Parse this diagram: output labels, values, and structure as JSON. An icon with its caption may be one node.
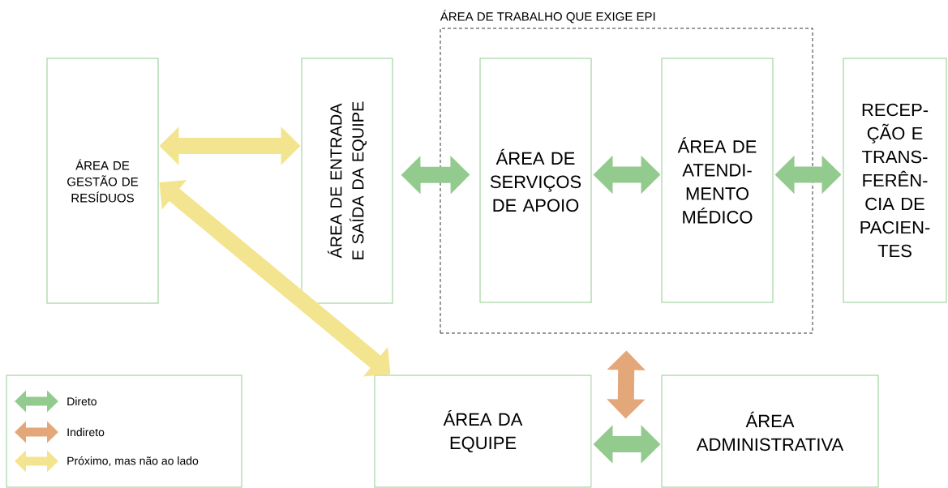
{
  "diagram": {
    "nodes": [
      {
        "text": [
          "ÁREA DE TRABALHO QUE EXIGE EPI"
        ]
      },
      {
        "text": [
          "ÁREA DE GESTÃO DE RESÍDUOS"
        ]
      },
      {
        "text": [
          "ÁREA DE ENTRADA E SAÍDA DA EQUIPE"
        ]
      },
      {
        "text": [
          "ÁREA DE SERVIÇOS DE APOIO"
        ],
        "in": 0
      },
      {
        "text": [
          "ÁREA DE ATENDI- MENTO MÉDICO"
        ],
        "in": 0
      },
      {
        "text": [
          "RECEP- ÇÃO E TRANS- FERÊN- CIA DE PACIEN- TES"
        ]
      },
      {
        "text": [
          "ÁREA DA EQUIPE"
        ]
      },
      {
        "text": [
          "ÁREA ADMINISTRATIVA"
        ]
      }
    ],
    "edges": [
      {
        "from": 1,
        "to": 2,
        "arrow": "both",
        "color": "#f3e48f"
      },
      {
        "from": 1,
        "to": 6,
        "arrow": "both",
        "color": "#f3e48f"
      },
      {
        "from": 2,
        "to": 3,
        "arrow": "both"
      },
      {
        "from": 3,
        "to": 4,
        "arrow": "both"
      },
      {
        "from": 4,
        "to": 5,
        "arrow": "both"
      },
      {
        "from": 6,
        "to": 7,
        "arrow": "both"
      },
      {
        "from": 0,
        "to": 7,
        "arrow": "both",
        "color": "#e4a77a"
      }
    ],
    "legend": [
      {
        "text": "Direto",
        "color": "#93cb8f"
      },
      {
        "text": "Indireto",
        "color": "#e4a77a"
      },
      {
        "text": "Próximo, mas não ao lado",
        "color": "#f3e48f"
      }
    ]
  }
}
